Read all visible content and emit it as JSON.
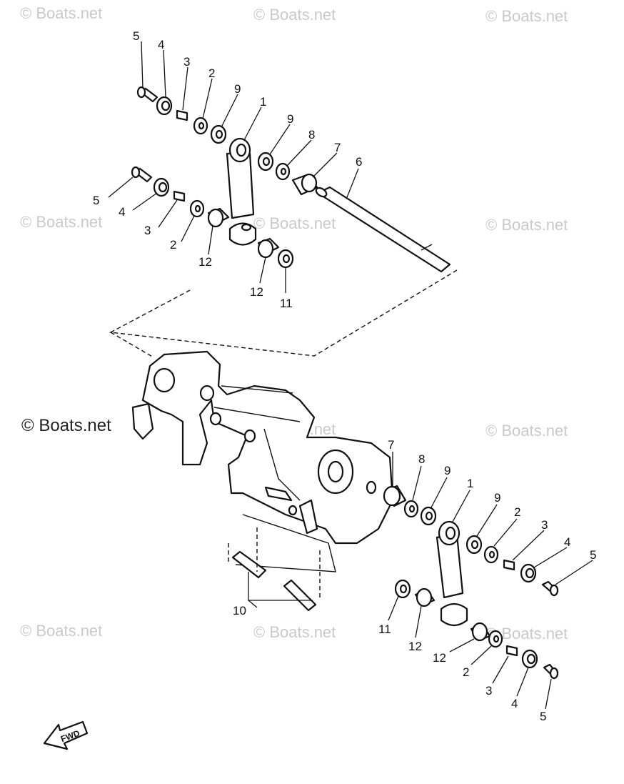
{
  "watermark": "© Boats.net",
  "fwd_label": "FWD",
  "callouts": {
    "upper": [
      "5",
      "4",
      "3",
      "2",
      "9",
      "1",
      "9",
      "8",
      "7",
      "6",
      "5",
      "4",
      "3",
      "2",
      "12",
      "12",
      "11"
    ],
    "lower": [
      "7",
      "8",
      "9",
      "1",
      "9",
      "2",
      "3",
      "4",
      "5",
      "11",
      "12",
      "12",
      "2",
      "3",
      "4",
      "5",
      "10"
    ]
  }
}
